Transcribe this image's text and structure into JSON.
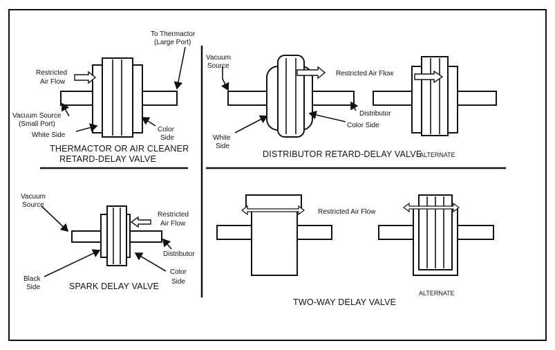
{
  "panels": {
    "thermactor": {
      "caption_line1": "THERMACTOR OR AIR CLEANER",
      "caption_line2": "RETARD-DELAY VALVE",
      "labels": {
        "to_thermactor_1": "To Thermactor",
        "to_thermactor_2": "(Large Port)",
        "restricted_1": "Restricted",
        "restricted_2": "Air Flow",
        "vacuum_1": "Vacuum Source",
        "vacuum_2": "(Small Port)",
        "white_side": "White Side",
        "color_1": "Color",
        "color_2": "Side"
      }
    },
    "distributor": {
      "caption": "DISTRIBUTOR RETARD-DELAY VALVE",
      "alternate": "ALTERNATE",
      "labels": {
        "vacuum_1": "Vacuum",
        "vacuum_2": "Source",
        "restricted": "Restricted Air Flow",
        "white_1": "White",
        "white_2": "Side",
        "distributor": "Distributor",
        "color_side": "Color Side"
      }
    },
    "spark": {
      "caption": "SPARK DELAY VALVE",
      "labels": {
        "vacuum_1": "Vacuum",
        "vacuum_2": "Source",
        "restricted_1": "Restricted",
        "restricted_2": "Air Flow",
        "distributor": "Distributor",
        "black_1": "Black",
        "black_2": "Side",
        "color_1": "Color",
        "color_2": "Side"
      }
    },
    "twoway": {
      "caption": "TWO-WAY DELAY VALVE",
      "alternate": "ALTERNATE",
      "labels": {
        "restricted": "Restricted Air Flow"
      }
    }
  }
}
